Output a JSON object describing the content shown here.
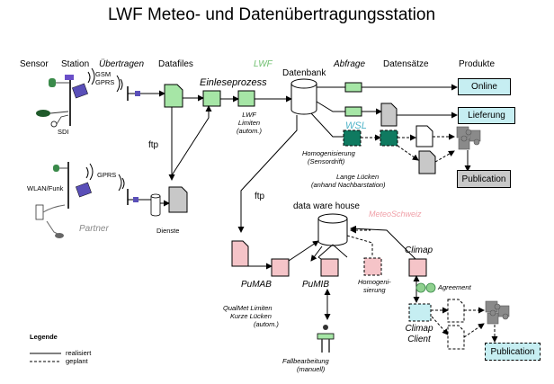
{
  "title": "LWF Meteo- und Datenübertragungsstation",
  "colors": {
    "green": "#a6e6a6",
    "pink": "#f5c4c8",
    "dark_green": "#0f7a60",
    "light_blue": "#c6eef2",
    "grey": "#c8c8c8",
    "lwf_text": "#70c070",
    "wsl_text": "#4fb3c8",
    "meteoschweiz_text": "#f0a0a8"
  },
  "columns": {
    "sensor": "Sensor",
    "station": "Station",
    "uebertragen": "Übertragen",
    "datafiles": "Datafiles",
    "lwf": "LWF",
    "datenbank": "Datenbank",
    "abfrage": "Abfrage",
    "datensaetze": "Datensätze",
    "produkte": "Produkte"
  },
  "labels": {
    "gsm_gprs": [
      "GSM",
      "GPRS"
    ],
    "sdi": "SDI",
    "gprs": "GPRS",
    "wlan_funk": "WLAN/Funk",
    "partner": "Partner",
    "dienste": "Dienste",
    "einleseprozess": "Einleseprozess",
    "ftp_1": "ftp",
    "ftp_2": "ftp",
    "lwf_limiten": [
      "LWF",
      "Limiten",
      "(autom.)"
    ],
    "wsl": "WSL",
    "homogenisierung_sensordrift": [
      "Homogenisierung",
      "(Sensordrift)"
    ],
    "lange_luecken": [
      "Lange Lücken",
      "(anhand Nachbarstation)"
    ],
    "data_ware_house": "data ware house",
    "meteoschweiz": "MeteoSchweiz",
    "pumab": "PuMAB",
    "pumib": "PuMIB",
    "homogenisierung_geplant": [
      "Homogeni-",
      "sierung"
    ],
    "climap": "Climap",
    "agreement": "Agreement",
    "climap_client": [
      "Climap",
      "Client"
    ],
    "qualmet": [
      "QualMet Limiten",
      "Kurze Lücken",
      "(autom.)"
    ],
    "fallbearbeitung": [
      "Fallbearbeitung",
      "(manuell)"
    ]
  },
  "products": {
    "online": "Online",
    "lieferung": "Lieferung",
    "publication_1": "Publication",
    "publication_2": "Publication"
  },
  "legend": {
    "title": "Legende",
    "realisiert": "realisiert",
    "geplant": "geplant"
  }
}
